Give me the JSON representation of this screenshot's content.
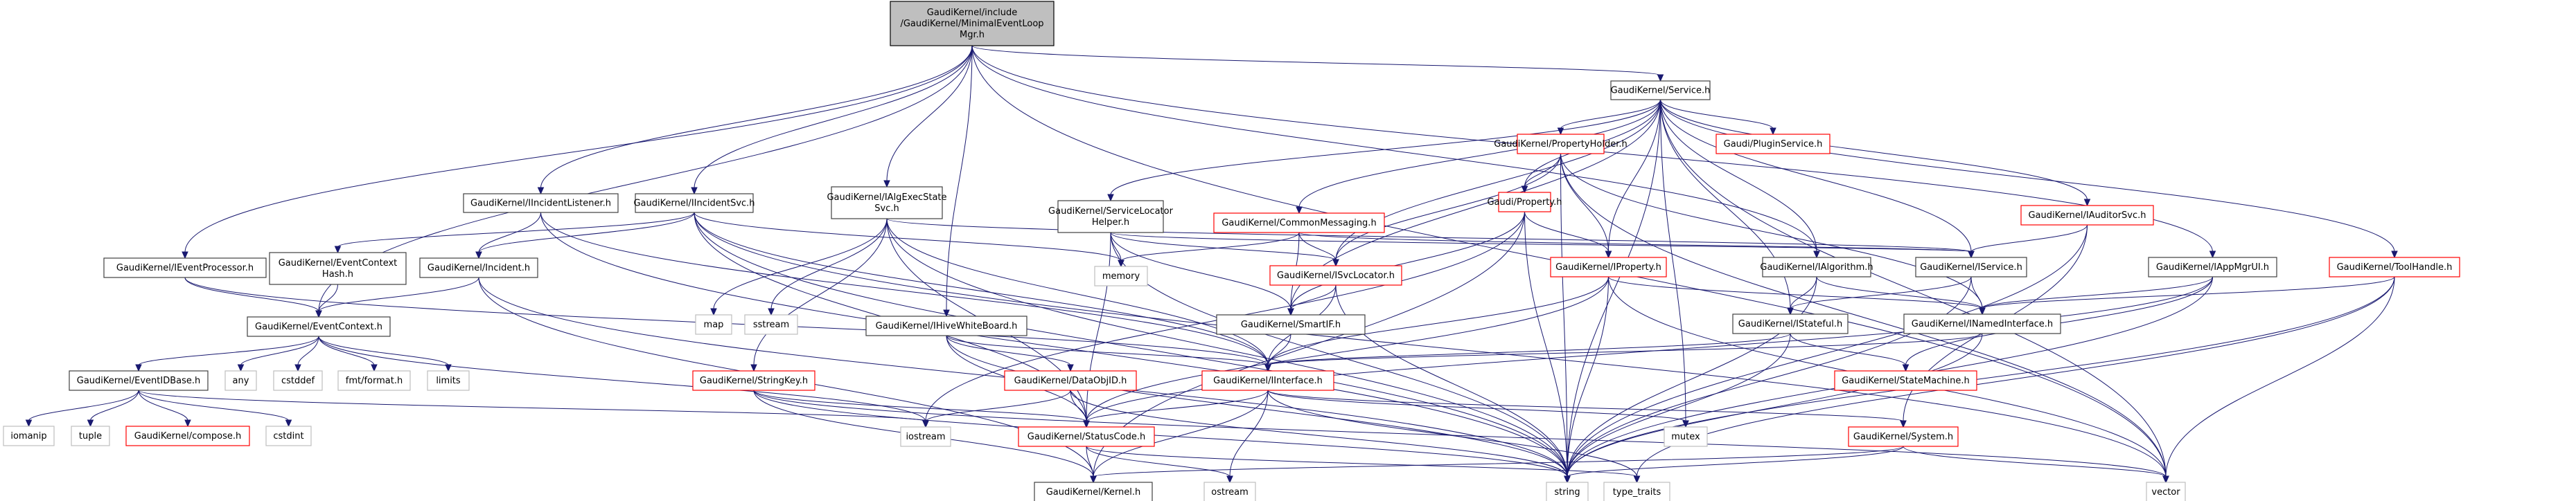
{
  "title": "GaudiKernel/include/GaudiKernel/MinimalEventLoopMgr.h include dependency graph",
  "colors": {
    "edge": "#191970",
    "root_fill": "#bfbfbf",
    "documented_border": "#404040",
    "truncated_border": "#ff0000",
    "external_border": "#bfbfbf"
  },
  "nodes": [
    {
      "id": "root",
      "lines": [
        "GaudiKernel/include",
        "/GaudiKernel/MinimalEventLoop",
        "Mgr.h"
      ],
      "kind": "root"
    },
    {
      "id": "service",
      "lines": [
        "GaudiKernel/Service.h"
      ],
      "kind": "doc"
    },
    {
      "id": "iincidentlistener",
      "lines": [
        "GaudiKernel/IIncidentListener.h"
      ],
      "kind": "doc"
    },
    {
      "id": "iincidentsvc",
      "lines": [
        "GaudiKernel/IIncidentSvc.h"
      ],
      "kind": "doc"
    },
    {
      "id": "ialgexecstatesvc",
      "lines": [
        "GaudiKernel/IAlgExecState",
        "Svc.h"
      ],
      "kind": "doc"
    },
    {
      "id": "servicelocatorhelper",
      "lines": [
        "GaudiKernel/ServiceLocator",
        "Helper.h"
      ],
      "kind": "doc"
    },
    {
      "id": "commonmessaging",
      "lines": [
        "GaudiKernel/CommonMessaging.h"
      ],
      "kind": "red"
    },
    {
      "id": "propertyholder",
      "lines": [
        "GaudiKernel/PropertyHolder.h"
      ],
      "kind": "red"
    },
    {
      "id": "pluginservice",
      "lines": [
        "Gaudi/PluginService.h"
      ],
      "kind": "red"
    },
    {
      "id": "property",
      "lines": [
        "Gaudi/Property.h"
      ],
      "kind": "red"
    },
    {
      "id": "iauditorsvc",
      "lines": [
        "GaudiKernel/IAuditorSvc.h"
      ],
      "kind": "red"
    },
    {
      "id": "ieventprocessor",
      "lines": [
        "GaudiKernel/IEventProcessor.h"
      ],
      "kind": "doc"
    },
    {
      "id": "eventcontexthash",
      "lines": [
        "GaudiKernel/EventContext",
        "Hash.h"
      ],
      "kind": "doc"
    },
    {
      "id": "incident",
      "lines": [
        "GaudiKernel/Incident.h"
      ],
      "kind": "doc"
    },
    {
      "id": "iproperty",
      "lines": [
        "GaudiKernel/IProperty.h"
      ],
      "kind": "red"
    },
    {
      "id": "ialgorithm",
      "lines": [
        "GaudiKernel/IAlgorithm.h"
      ],
      "kind": "doc"
    },
    {
      "id": "iservice",
      "lines": [
        "GaudiKernel/IService.h"
      ],
      "kind": "doc"
    },
    {
      "id": "iappmgrui",
      "lines": [
        "GaudiKernel/IAppMgrUI.h"
      ],
      "kind": "doc"
    },
    {
      "id": "toolhandle",
      "lines": [
        "GaudiKernel/ToolHandle.h"
      ],
      "kind": "red"
    },
    {
      "id": "isvclocator",
      "lines": [
        "GaudiKernel/ISvcLocator.h"
      ],
      "kind": "red"
    },
    {
      "id": "memory",
      "lines": [
        "memory"
      ],
      "kind": "ext"
    },
    {
      "id": "map",
      "lines": [
        "map"
      ],
      "kind": "ext"
    },
    {
      "id": "sstream",
      "lines": [
        "sstream"
      ],
      "kind": "ext"
    },
    {
      "id": "smartif",
      "lines": [
        "GaudiKernel/SmartIF.h"
      ],
      "kind": "doc"
    },
    {
      "id": "istateful",
      "lines": [
        "GaudiKernel/IStateful.h"
      ],
      "kind": "doc"
    },
    {
      "id": "inamedinterface",
      "lines": [
        "GaudiKernel/INamedInterface.h"
      ],
      "kind": "doc"
    },
    {
      "id": "eventcontext",
      "lines": [
        "GaudiKernel/EventContext.h"
      ],
      "kind": "doc"
    },
    {
      "id": "ihivewhiteboard",
      "lines": [
        "GaudiKernel/IHiveWhiteBoard.h"
      ],
      "kind": "doc"
    },
    {
      "id": "stringkey",
      "lines": [
        "GaudiKernel/StringKey.h"
      ],
      "kind": "red"
    },
    {
      "id": "dataobjid",
      "lines": [
        "GaudiKernel/DataObjID.h"
      ],
      "kind": "red"
    },
    {
      "id": "iinterface",
      "lines": [
        "GaudiKernel/IInterface.h"
      ],
      "kind": "red"
    },
    {
      "id": "statemachine",
      "lines": [
        "GaudiKernel/StateMachine.h"
      ],
      "kind": "red"
    },
    {
      "id": "eventidbase",
      "lines": [
        "GaudiKernel/EventIDBase.h"
      ],
      "kind": "doc"
    },
    {
      "id": "any",
      "lines": [
        "any"
      ],
      "kind": "ext"
    },
    {
      "id": "cstddef",
      "lines": [
        "cstddef"
      ],
      "kind": "ext"
    },
    {
      "id": "fmtformat",
      "lines": [
        "fmt/format.h"
      ],
      "kind": "ext"
    },
    {
      "id": "limits",
      "lines": [
        "limits"
      ],
      "kind": "ext"
    },
    {
      "id": "iomanip",
      "lines": [
        "iomanip"
      ],
      "kind": "ext"
    },
    {
      "id": "tuple",
      "lines": [
        "tuple"
      ],
      "kind": "ext"
    },
    {
      "id": "compose",
      "lines": [
        "GaudiKernel/compose.h"
      ],
      "kind": "red"
    },
    {
      "id": "cstdint",
      "lines": [
        "cstdint"
      ],
      "kind": "ext"
    },
    {
      "id": "iostream",
      "lines": [
        "iostream"
      ],
      "kind": "ext"
    },
    {
      "id": "statuscode",
      "lines": [
        "GaudiKernel/StatusCode.h"
      ],
      "kind": "red"
    },
    {
      "id": "mutex",
      "lines": [
        "mutex"
      ],
      "kind": "ext"
    },
    {
      "id": "system",
      "lines": [
        "GaudiKernel/System.h"
      ],
      "kind": "red"
    },
    {
      "id": "kernel",
      "lines": [
        "GaudiKernel/Kernel.h"
      ],
      "kind": "doc"
    },
    {
      "id": "ostream",
      "lines": [
        "ostream"
      ],
      "kind": "ext"
    },
    {
      "id": "string",
      "lines": [
        "string"
      ],
      "kind": "ext"
    },
    {
      "id": "type_traits",
      "lines": [
        "type_traits"
      ],
      "kind": "ext"
    },
    {
      "id": "vector",
      "lines": [
        "vector"
      ],
      "kind": "ext"
    }
  ],
  "edges": [
    [
      "root",
      "service"
    ],
    [
      "root",
      "iincidentlistener"
    ],
    [
      "root",
      "iincidentsvc"
    ],
    [
      "root",
      "ialgexecstatesvc"
    ],
    [
      "root",
      "ieventprocessor"
    ],
    [
      "root",
      "eventcontext"
    ],
    [
      "root",
      "ihivewhiteboard"
    ],
    [
      "root",
      "iappmgrui"
    ],
    [
      "root",
      "vector"
    ],
    [
      "root",
      "ialgorithm"
    ],
    [
      "service",
      "propertyholder"
    ],
    [
      "service",
      "pluginservice"
    ],
    [
      "service",
      "property"
    ],
    [
      "service",
      "servicelocatorhelper"
    ],
    [
      "service",
      "commonmessaging"
    ],
    [
      "service",
      "isvclocator"
    ],
    [
      "service",
      "iproperty"
    ],
    [
      "service",
      "iservice"
    ],
    [
      "service",
      "iauditorsvc"
    ],
    [
      "service",
      "toolhandle"
    ],
    [
      "service",
      "istateful"
    ],
    [
      "service",
      "smartif"
    ],
    [
      "service",
      "string"
    ],
    [
      "service",
      "vector"
    ],
    [
      "service",
      "mutex"
    ],
    [
      "service",
      "ialgorithm"
    ],
    [
      "iincidentlistener",
      "incident"
    ],
    [
      "iincidentlistener",
      "iinterface"
    ],
    [
      "iincidentlistener",
      "string"
    ],
    [
      "iincidentsvc",
      "incident"
    ],
    [
      "iincidentsvc",
      "eventcontexthash"
    ],
    [
      "iincidentsvc",
      "iinterface"
    ],
    [
      "iincidentsvc",
      "memory"
    ],
    [
      "iincidentsvc",
      "string"
    ],
    [
      "iincidentsvc",
      "vector"
    ],
    [
      "iincidentsvc",
      "statuscode"
    ],
    [
      "ialgexecstatesvc",
      "map"
    ],
    [
      "ialgexecstatesvc",
      "sstream"
    ],
    [
      "ialgexecstatesvc",
      "stringkey"
    ],
    [
      "ialgexecstatesvc",
      "iservice"
    ],
    [
      "ialgexecstatesvc",
      "iinterface"
    ],
    [
      "ialgexecstatesvc",
      "statuscode"
    ],
    [
      "ialgexecstatesvc",
      "string"
    ],
    [
      "servicelocatorhelper",
      "memory"
    ],
    [
      "servicelocatorhelper",
      "isvclocator"
    ],
    [
      "servicelocatorhelper",
      "smartif"
    ],
    [
      "servicelocatorhelper",
      "string"
    ],
    [
      "servicelocatorhelper",
      "iservice"
    ],
    [
      "servicelocatorhelper",
      "statuscode"
    ],
    [
      "commonmessaging",
      "memory"
    ],
    [
      "commonmessaging",
      "isvclocator"
    ],
    [
      "commonmessaging",
      "smartif"
    ],
    [
      "commonmessaging",
      "iservice"
    ],
    [
      "propertyholder",
      "property"
    ],
    [
      "propertyholder",
      "iproperty"
    ],
    [
      "propertyholder",
      "isvclocator"
    ],
    [
      "propertyholder",
      "string"
    ],
    [
      "propertyholder",
      "vector"
    ],
    [
      "propertyholder",
      "inamedinterface"
    ],
    [
      "property",
      "iproperty"
    ],
    [
      "property",
      "smartif"
    ],
    [
      "property",
      "string"
    ],
    [
      "property",
      "kernel"
    ],
    [
      "property",
      "iostream"
    ],
    [
      "iauditorsvc",
      "iservice"
    ],
    [
      "iauditorsvc",
      "string"
    ],
    [
      "iauditorsvc",
      "system"
    ],
    [
      "ieventprocessor",
      "eventcontext"
    ],
    [
      "ieventprocessor",
      "iinterface"
    ],
    [
      "eventcontexthash",
      "eventcontext"
    ],
    [
      "incident",
      "eventcontext"
    ],
    [
      "incident",
      "string"
    ],
    [
      "incident",
      "kernel"
    ],
    [
      "iproperty",
      "iinterface"
    ],
    [
      "iproperty",
      "inamedinterface"
    ],
    [
      "iproperty",
      "string"
    ],
    [
      "iproperty",
      "vector"
    ],
    [
      "iproperty",
      "statuscode"
    ],
    [
      "ialgorithm",
      "istateful"
    ],
    [
      "ialgorithm",
      "inamedinterface"
    ],
    [
      "ialgorithm",
      "string"
    ],
    [
      "iservice",
      "istateful"
    ],
    [
      "iservice",
      "inamedinterface"
    ],
    [
      "iservice",
      "string"
    ],
    [
      "iappmgrui",
      "inamedinterface"
    ],
    [
      "iappmgrui",
      "statemachine"
    ],
    [
      "iappmgrui",
      "string"
    ],
    [
      "iappmgrui",
      "statuscode"
    ],
    [
      "toolhandle",
      "inamedinterface"
    ],
    [
      "toolhandle",
      "string"
    ],
    [
      "toolhandle",
      "vector"
    ],
    [
      "toolhandle",
      "type_traits"
    ],
    [
      "isvclocator",
      "smartif"
    ],
    [
      "isvclocator",
      "iinterface"
    ],
    [
      "isvclocator",
      "string"
    ],
    [
      "smartif",
      "iinterface"
    ],
    [
      "istateful",
      "statemachine"
    ],
    [
      "istateful",
      "iinterface"
    ],
    [
      "istateful",
      "string"
    ],
    [
      "inamedinterface",
      "iinterface"
    ],
    [
      "inamedinterface",
      "string"
    ],
    [
      "eventcontext",
      "eventidbase"
    ],
    [
      "eventcontext",
      "any"
    ],
    [
      "eventcontext",
      "cstddef"
    ],
    [
      "eventcontext",
      "fmtformat"
    ],
    [
      "eventcontext",
      "limits"
    ],
    [
      "eventcontext",
      "iostream"
    ],
    [
      "ihivewhiteboard",
      "dataobjid"
    ],
    [
      "ihivewhiteboard",
      "iinterface"
    ],
    [
      "ihivewhiteboard",
      "string"
    ],
    [
      "ihivewhiteboard",
      "statuscode"
    ],
    [
      "stringkey",
      "kernel"
    ],
    [
      "stringkey",
      "string"
    ],
    [
      "stringkey",
      "statuscode"
    ],
    [
      "stringkey",
      "vector"
    ],
    [
      "dataobjid",
      "statuscode"
    ],
    [
      "dataobjid",
      "iostream"
    ],
    [
      "dataobjid",
      "string"
    ],
    [
      "iinterface",
      "kernel"
    ],
    [
      "iinterface",
      "statuscode"
    ],
    [
      "iinterface",
      "ostream"
    ],
    [
      "iinterface",
      "system"
    ],
    [
      "iinterface",
      "type_traits"
    ],
    [
      "iinterface",
      "mutex"
    ],
    [
      "eventidbase",
      "iomanip"
    ],
    [
      "eventidbase",
      "tuple"
    ],
    [
      "eventidbase",
      "compose"
    ],
    [
      "eventidbase",
      "cstdint"
    ],
    [
      "eventidbase",
      "iostream"
    ],
    [
      "statuscode",
      "kernel"
    ],
    [
      "statuscode",
      "ostream"
    ],
    [
      "statuscode",
      "type_traits"
    ],
    [
      "system",
      "kernel"
    ],
    [
      "system",
      "string"
    ],
    [
      "system",
      "vector"
    ]
  ]
}
